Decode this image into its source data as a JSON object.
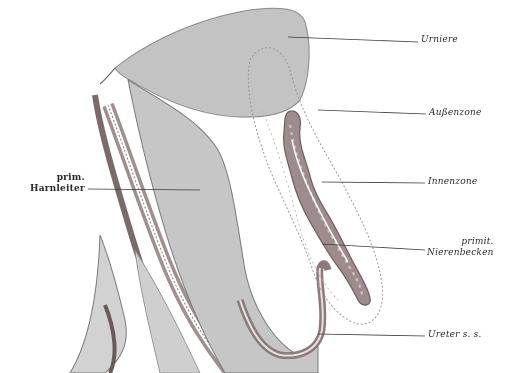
{
  "labels": {
    "urniere": "Urniere",
    "aussenzone": "Außenzone",
    "innenzone": "Innenzone",
    "nierenbecken_l1": "primit.",
    "nierenbecken_l2": "Nierenbecken",
    "harnleiter_l1": "prim.",
    "harnleiter_l2": "Harnleiter",
    "ureter": "Ureter s. s."
  },
  "colors": {
    "tissue_gray": "#bdbdbd",
    "tissue_light": "#d4d4d4",
    "dark_red": "#8a7474",
    "epithelium": "#9a8a8a",
    "outline": "#6a6a6a"
  }
}
